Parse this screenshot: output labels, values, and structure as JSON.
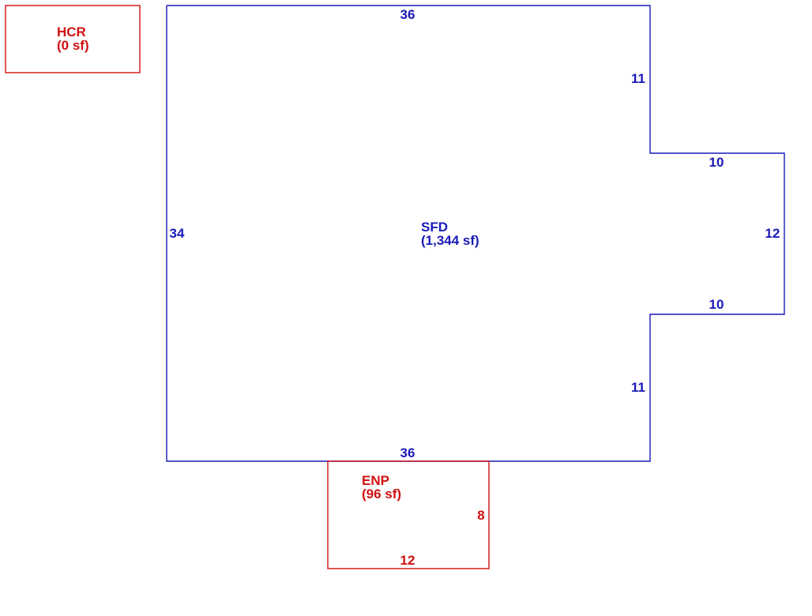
{
  "areas": {
    "hcr": {
      "code": "HCR",
      "area": "(0 sf)",
      "color": "#d01010"
    },
    "sfd": {
      "code": "SFD",
      "area": "(1,344 sf)",
      "color": "#1a1ab8",
      "dimensions": {
        "top": "36",
        "right_upper": "11",
        "bump_top": "10",
        "bump_right": "12",
        "bump_bottom": "10",
        "right_lower": "11",
        "bottom": "36",
        "left": "34"
      }
    },
    "enp": {
      "code": "ENP",
      "area": "(96 sf)",
      "color": "#d01010",
      "dimensions": {
        "right": "8",
        "bottom": "12"
      }
    }
  }
}
